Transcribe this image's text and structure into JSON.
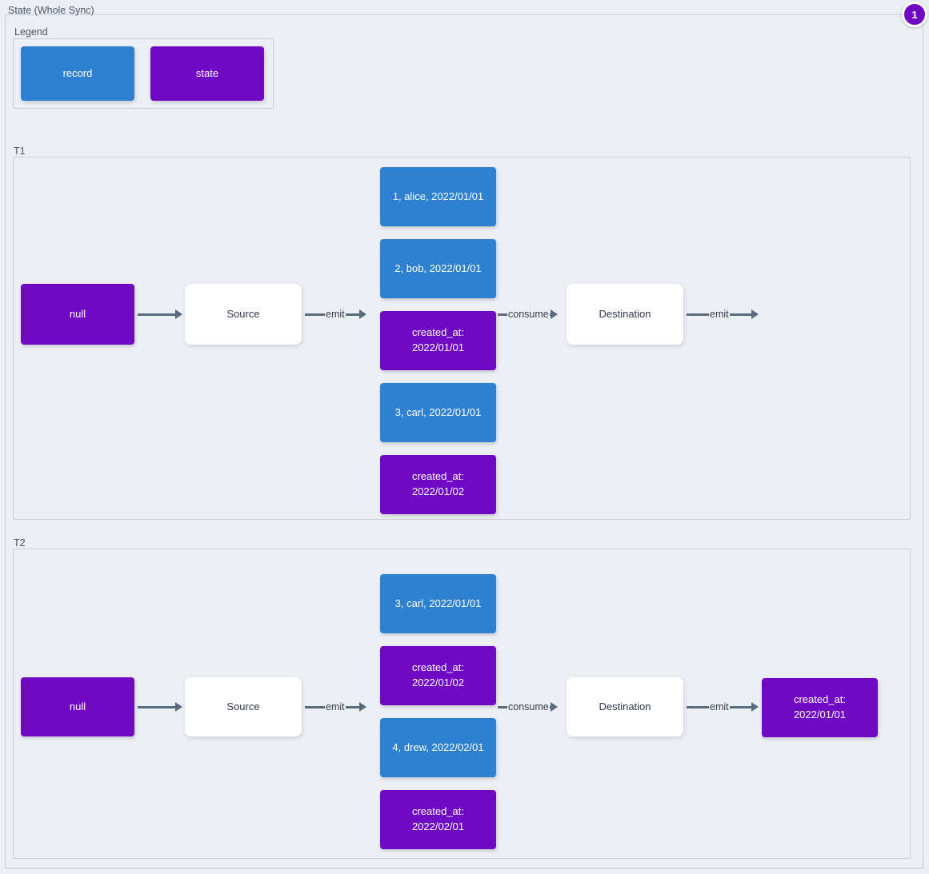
{
  "diagram": {
    "title": "State (Whole Sync)",
    "badge": "1",
    "colors": {
      "record": "#2e81d1",
      "state": "#7009c3",
      "process": "#ffffff",
      "edge": "#596a7c",
      "background": "#eceff4",
      "frame_border": "#c4d0dc"
    }
  },
  "legend": {
    "title": "Legend",
    "items": [
      {
        "label": "record",
        "kind": "record"
      },
      {
        "label": "state",
        "kind": "state"
      }
    ]
  },
  "sections": [
    {
      "id": "T1",
      "label": "T1",
      "nodes": {
        "initial_state": "null",
        "source": "Source",
        "destination": "Destination"
      },
      "emitted": [
        {
          "label": "1, alice, 2022/01/01",
          "kind": "record"
        },
        {
          "label": "2, bob, 2022/01/01",
          "kind": "record"
        },
        {
          "label": "created_at:\n2022/01/01",
          "kind": "state"
        },
        {
          "label": "3, carl, 2022/01/01",
          "kind": "record"
        },
        {
          "label": "created_at:\n2022/01/02",
          "kind": "state"
        }
      ],
      "final_state": null,
      "edges": {
        "state_to_source": "",
        "source_to_records": "emit",
        "records_to_destination": "consume",
        "destination_out": "emit"
      }
    },
    {
      "id": "T2",
      "label": "T2",
      "nodes": {
        "initial_state": "null",
        "source": "Source",
        "destination": "Destination"
      },
      "emitted": [
        {
          "label": "3, carl, 2022/01/01",
          "kind": "record"
        },
        {
          "label": "created_at:\n2022/01/02",
          "kind": "state"
        },
        {
          "label": "4, drew, 2022/02/01",
          "kind": "record"
        },
        {
          "label": "created_at:\n2022/02/01",
          "kind": "state"
        }
      ],
      "final_state": {
        "label": "created_at:\n2022/01/01",
        "kind": "state"
      },
      "edges": {
        "state_to_source": "",
        "source_to_records": "emit",
        "records_to_destination": "consume",
        "destination_out": "emit"
      }
    }
  ]
}
